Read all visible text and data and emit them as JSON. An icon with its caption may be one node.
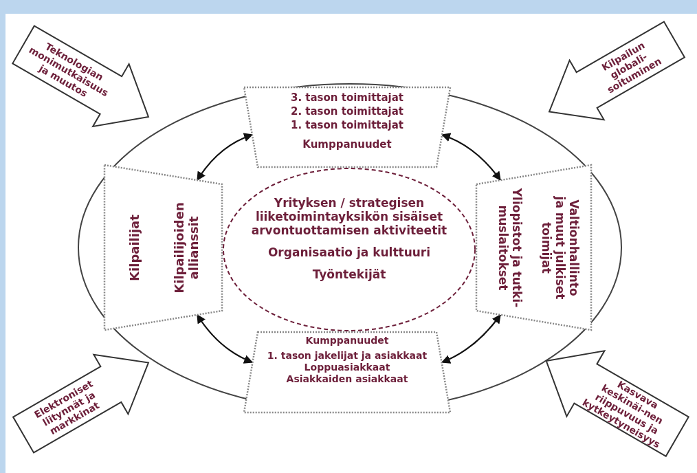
{
  "diagram": {
    "nodes": [
      {
        "text": [],
        "shape": "ellipse"
      },
      {
        "text": [
          "3. tason toimittajat",
          "2. tason toimittajat",
          "1. tason toimittajat",
          "Kumppanuudet"
        ],
        "in": 0
      },
      {
        "text": [
          "Kilpailijat",
          "Kilpailijoiden allianssit"
        ],
        "in": 0
      },
      {
        "text": [
          "Yrityksen / strategisen liiketoimintayksikön sisäiset arvontuottamisen aktiviteetit",
          "Organisaatio ja kulttuuri",
          "Työntekijät"
        ],
        "in": 0
      },
      {
        "text": [
          "Valtionhallinto ja muut julkiset toimijat",
          "Yliopistot ja tutki-muslaitokset"
        ],
        "in": 0
      },
      {
        "text": [
          "Kumppanuudet",
          "1. tason jakelijat ja asiakkaat",
          "Loppuasiakkaat",
          "Asiakkaiden asiakkaat"
        ],
        "in": 0
      },
      {
        "text": [
          "Teknologian monimutkaisuus ja muutos"
        ]
      },
      {
        "text": [
          "Kilpailun globali-soituminen"
        ]
      },
      {
        "text": [
          "Elektroniset liitynnät ja markkinat"
        ]
      },
      {
        "text": [
          "Kasvava keskinäi-nen riippuvuus ja kytkeytyneisyys"
        ]
      }
    ],
    "edges": [
      {
        "from": 2,
        "to": 1,
        "arrow": "both"
      },
      {
        "from": 1,
        "to": 4,
        "arrow": "both"
      },
      {
        "from": 2,
        "to": 5,
        "arrow": "both"
      },
      {
        "from": 5,
        "to": 4,
        "arrow": "both"
      }
    ]
  }
}
